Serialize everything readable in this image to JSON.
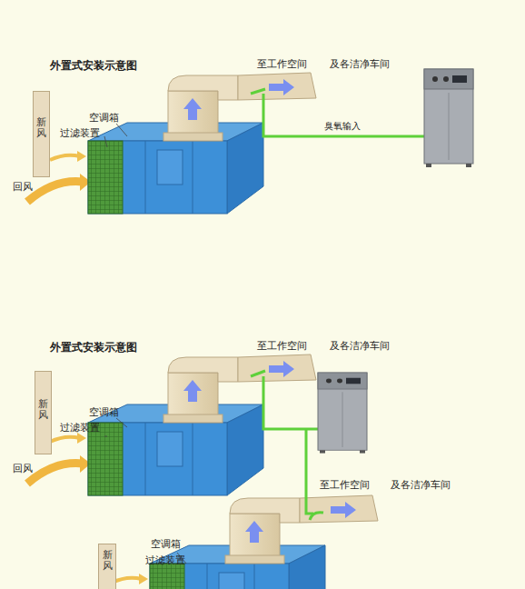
{
  "diagram": {
    "nodes": [
      {
        "text": [
          "新风"
        ]
      },
      {
        "text": [
          "新风"
        ]
      },
      {
        "text": [
          "新风"
        ]
      }
    ],
    "labels": [
      "外置式安装示意图",
      "空调箱",
      "过滤装置",
      "回风",
      "至工作空间",
      "及各洁净车间",
      "臭氧输入",
      "外置式安装示意图",
      "空调箱",
      "过滤装置",
      "回风",
      "至工作空间",
      "及各洁净车间",
      "至工作空间",
      "及各洁净车间",
      "空调箱",
      "过滤装置"
    ]
  }
}
